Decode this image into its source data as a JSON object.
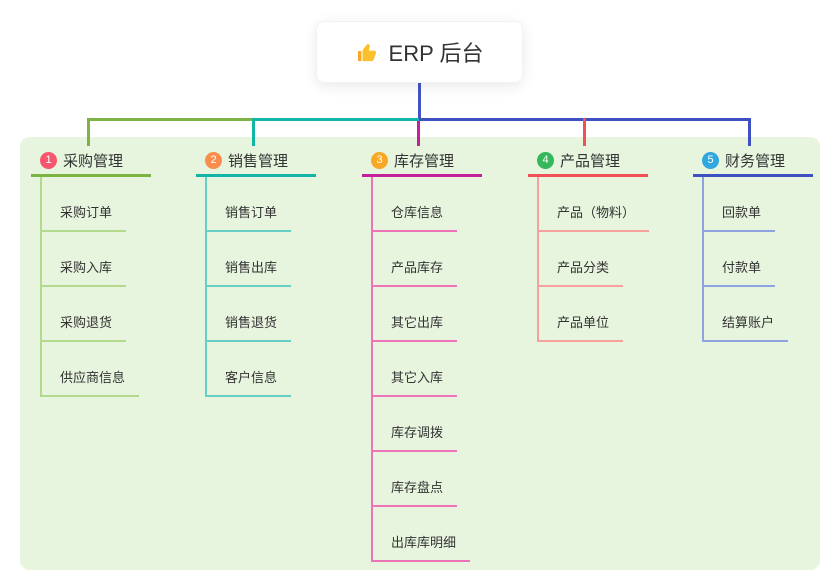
{
  "root": {
    "label": "ERP 后台",
    "icon": "thumbs-up"
  },
  "branches": [
    {
      "number": "1",
      "label": "采购管理",
      "colors": {
        "badge": "#f8566c",
        "line": "#7cb342",
        "child_line": "#b3da8c"
      },
      "children": [
        "采购订单",
        "采购入库",
        "采购退货",
        "供应商信息"
      ]
    },
    {
      "number": "2",
      "label": "销售管理",
      "colors": {
        "badge": "#fb8d4c",
        "line": "#12b5a6",
        "child_line": "#68cfc4"
      },
      "children": [
        "销售订单",
        "销售出库",
        "销售退货",
        "客户信息"
      ]
    },
    {
      "number": "3",
      "label": "库存管理",
      "colors": {
        "badge": "#f9a825",
        "line": "#c2219b",
        "child_line": "#ee74ba"
      },
      "children": [
        "仓库信息",
        "产品库存",
        "其它出库",
        "其它入库",
        "库存调拨",
        "库存盘点",
        "出库库明细"
      ]
    },
    {
      "number": "4",
      "label": "产品管理",
      "colors": {
        "badge": "#35b85c",
        "line": "#f25057",
        "child_line": "#f8a09e"
      },
      "children": [
        "产品（物料）",
        "产品分类",
        "产品单位"
      ]
    },
    {
      "number": "5",
      "label": "财务管理",
      "colors": {
        "badge": "#30a8df",
        "line": "#3f51c0",
        "child_line": "#8fa3e0"
      },
      "children": [
        "回款单",
        "付款单",
        "结算账户"
      ]
    }
  ],
  "canvas": {
    "panel_bg": "#e7f4de",
    "root_stem_color": "#4254c5"
  }
}
